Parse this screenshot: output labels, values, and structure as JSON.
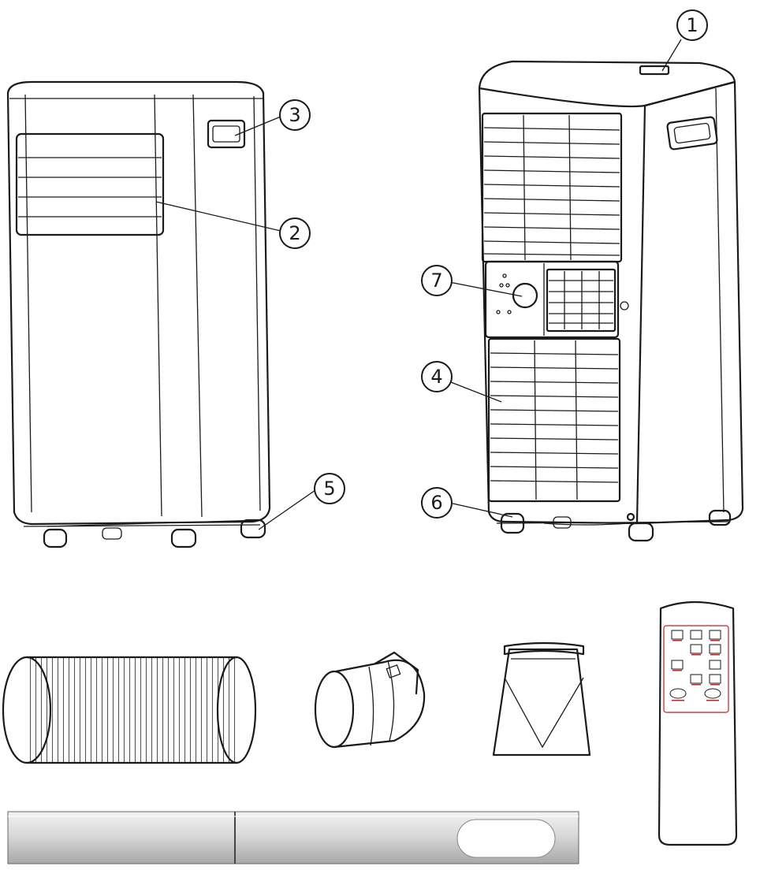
{
  "callouts": [
    {
      "id": "1",
      "text": "1"
    },
    {
      "id": "2",
      "text": "2"
    },
    {
      "id": "3",
      "text": "3"
    },
    {
      "id": "4",
      "text": "4"
    },
    {
      "id": "5",
      "text": "5"
    },
    {
      "id": "6",
      "text": "6"
    },
    {
      "id": "7",
      "text": "7"
    }
  ],
  "parts": {
    "unit_front": "front-view-of-portable-air-conditioner",
    "unit_rear": "rear-view-of-portable-air-conditioner",
    "hose": "exhaust-hose",
    "adapter": "hose-connector",
    "nozzle": "window-nozzle",
    "remote": "remote-control",
    "window_kit": "window-slide-kit"
  },
  "colors": {
    "outline": "#1a1a1a",
    "remote_accent": "#cc1f1f",
    "slide_fill": "#d0d0d0"
  }
}
